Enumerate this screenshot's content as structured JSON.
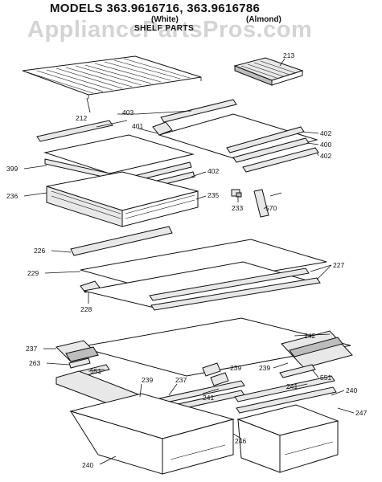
{
  "header": {
    "title": "MODELS 363.9616716, 363.9616786",
    "variant_white": "(White)",
    "variant_almond": "(Almond)",
    "section": "SHELF PARTS",
    "watermark": "AppliancePartsPros.com"
  },
  "callouts": {
    "c213": "213",
    "c212": "212",
    "c403": "403",
    "c401": "401",
    "c402a": "402",
    "c400": "400",
    "c402b": "402",
    "c399": "399",
    "c402c": "402",
    "c236": "236",
    "c235": "235",
    "c233": "233",
    "c570": "570",
    "c226": "226",
    "c227": "227",
    "c229": "229",
    "c228": "228",
    "c242": "242",
    "c237a": "237",
    "c263": "263",
    "c551a": "551",
    "c239a": "239",
    "c237b": "237",
    "c239b": "239",
    "c239c": "239",
    "c551b": "551",
    "c241a": "241",
    "c241b": "241",
    "c240a": "240",
    "c247": "247",
    "c246": "246",
    "c240b": "240"
  }
}
